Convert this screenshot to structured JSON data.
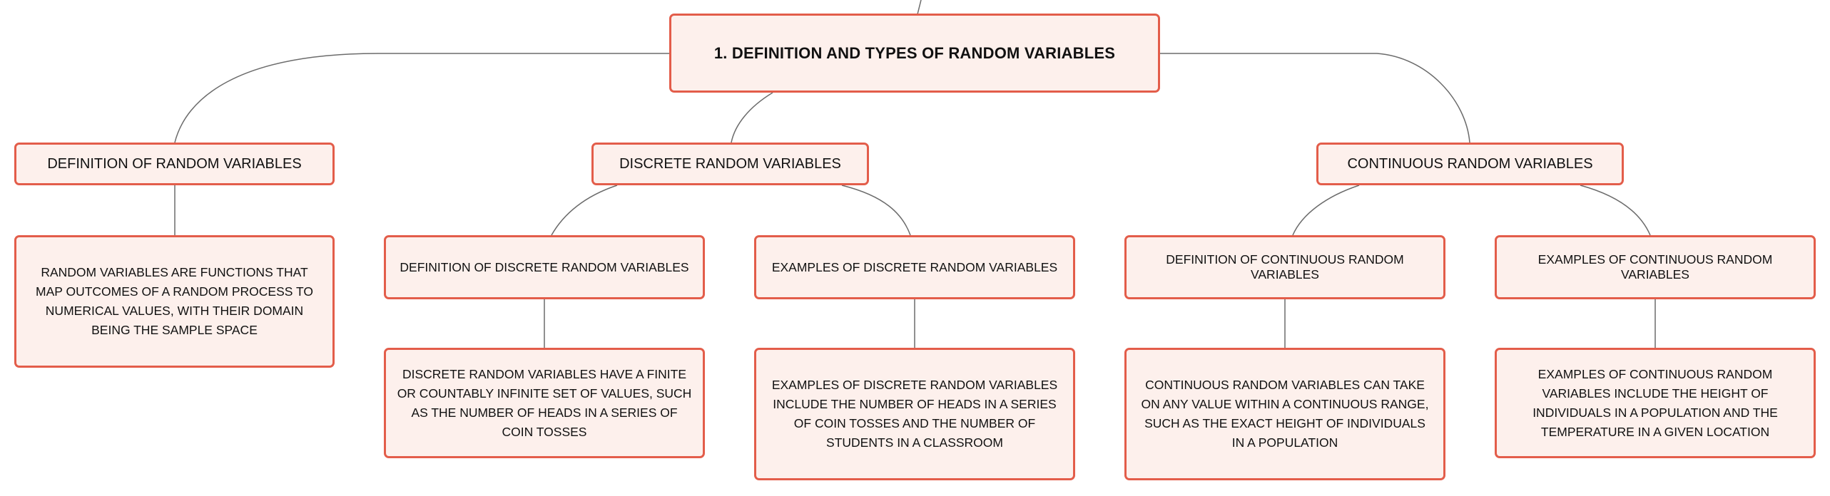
{
  "diagram": {
    "root": {
      "label": "1. DEFINITION AND TYPES OF RANDOM VARIABLES"
    },
    "branches": [
      {
        "label": "DEFINITION OF RANDOM VARIABLES",
        "detail": "RANDOM VARIABLES ARE FUNCTIONS THAT MAP OUTCOMES OF A RANDOM PROCESS TO NUMERICAL VALUES, WITH THEIR DOMAIN BEING THE SAMPLE SPACE"
      },
      {
        "label": "DISCRETE RANDOM VARIABLES",
        "children": [
          {
            "label": "DEFINITION OF DISCRETE RANDOM VARIABLES",
            "detail": "DISCRETE RANDOM VARIABLES HAVE A FINITE OR COUNTABLY INFINITE SET OF VALUES, SUCH AS THE NUMBER OF HEADS IN A SERIES OF COIN TOSSES"
          },
          {
            "label": "EXAMPLES OF DISCRETE RANDOM VARIABLES",
            "detail": "EXAMPLES OF DISCRETE RANDOM VARIABLES INCLUDE THE NUMBER OF HEADS IN A SERIES OF COIN TOSSES AND THE NUMBER OF STUDENTS IN A CLASSROOM"
          }
        ]
      },
      {
        "label": "CONTINUOUS RANDOM VARIABLES",
        "children": [
          {
            "label": "DEFINITION OF CONTINUOUS RANDOM VARIABLES",
            "detail": "CONTINUOUS RANDOM VARIABLES CAN TAKE ON ANY VALUE WITHIN A CONTINUOUS RANGE, SUCH AS THE EXACT HEIGHT OF INDIVIDUALS IN A POPULATION"
          },
          {
            "label": "EXAMPLES OF CONTINUOUS RANDOM VARIABLES",
            "detail": "EXAMPLES OF CONTINUOUS RANDOM VARIABLES INCLUDE THE HEIGHT OF INDIVIDUALS IN A POPULATION AND THE TEMPERATURE IN A GIVEN LOCATION"
          }
        ]
      }
    ]
  },
  "colors": {
    "node_border": "#e35d4a",
    "node_fill": "#fdf0ec",
    "connector": "#6b6b6b"
  }
}
